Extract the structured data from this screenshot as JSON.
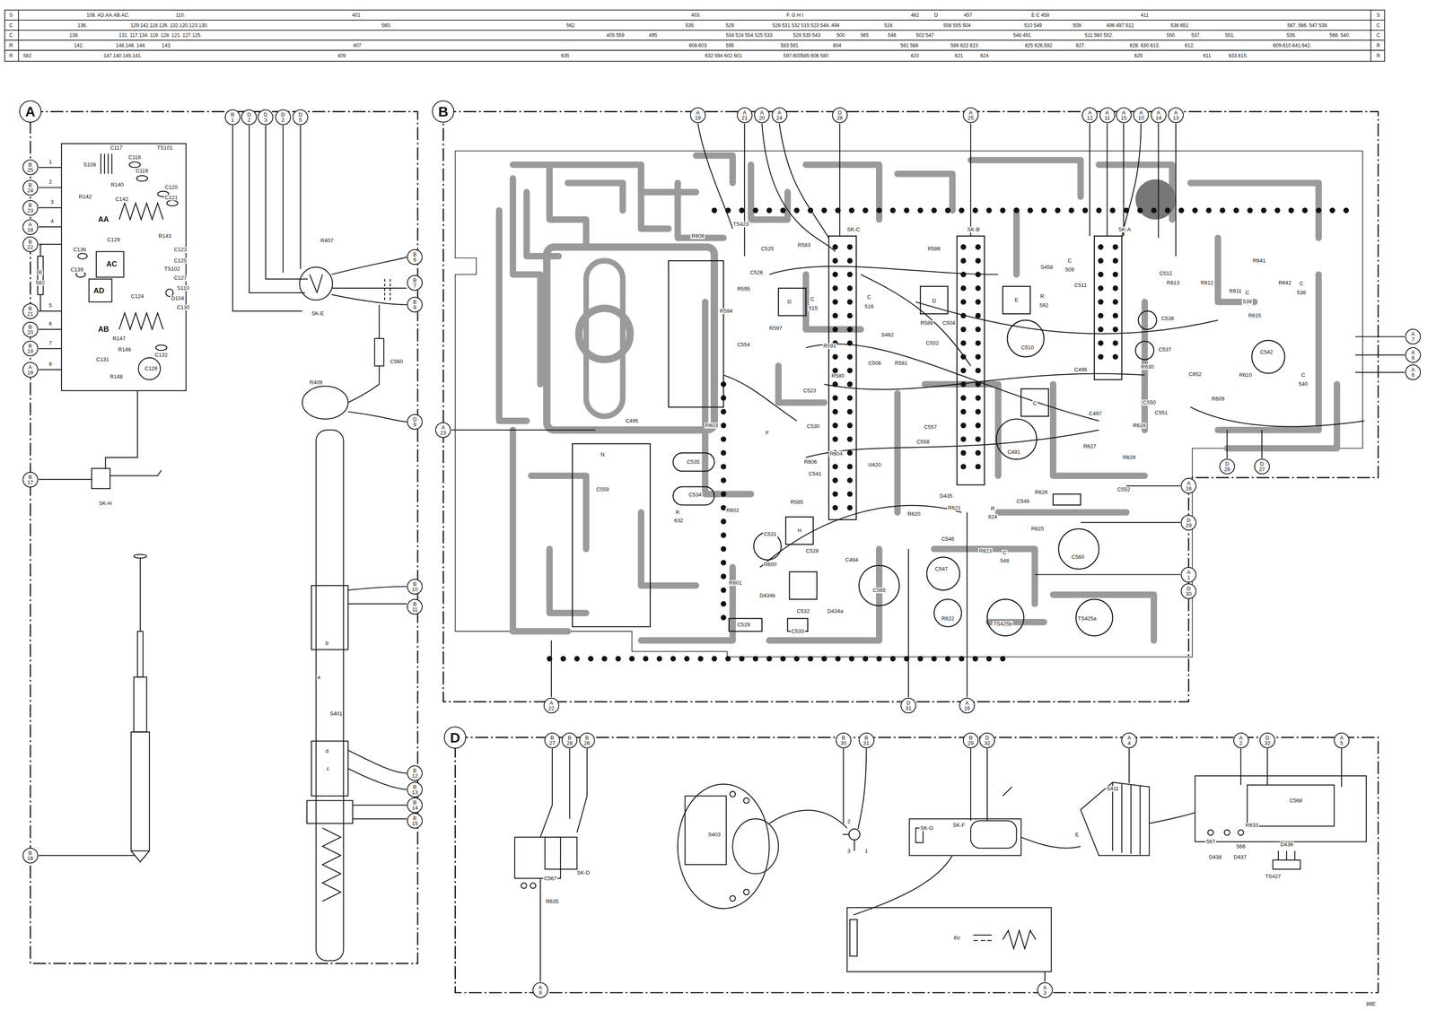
{
  "diagram": {
    "nodes": [
      {
        "text": [
          "A"
        ]
      },
      {
        "text": [
          "B"
        ]
      },
      {
        "text": [
          "D"
        ]
      },
      {
        "text": [
          "B",
          "25"
        ],
        "in": 0
      },
      {
        "text": [
          "B",
          "24"
        ],
        "in": 0
      },
      {
        "text": [
          "B",
          "23"
        ],
        "in": 0
      },
      {
        "text": [
          "A",
          "18"
        ],
        "in": 0
      },
      {
        "text": [
          "B",
          "22"
        ],
        "in": 0
      },
      {
        "text": [
          "B",
          "21"
        ],
        "in": 0
      },
      {
        "text": [
          "B",
          "20"
        ],
        "in": 0
      },
      {
        "text": [
          "B",
          "19"
        ],
        "in": 0
      },
      {
        "text": [
          "A",
          "18"
        ],
        "in": 0
      },
      {
        "text": [
          "B",
          "17"
        ],
        "in": 0
      },
      {
        "text": [
          "B",
          "16"
        ],
        "in": 0
      },
      {
        "text": [
          "B",
          "1"
        ],
        "in": 0
      },
      {
        "text": [
          "D",
          "2"
        ],
        "in": 0
      },
      {
        "text": [
          "D",
          "3"
        ],
        "in": 0
      },
      {
        "text": [
          "D",
          "2"
        ],
        "in": 0
      },
      {
        "text": [
          "D",
          "5"
        ],
        "in": 0
      },
      {
        "text": [
          "B",
          "6"
        ],
        "in": 0
      },
      {
        "text": [
          "B",
          "7"
        ],
        "in": 0
      },
      {
        "text": [
          "B",
          "8"
        ],
        "in": 0
      },
      {
        "text": [
          "D",
          "9"
        ],
        "in": 0
      },
      {
        "text": [
          "B",
          "10"
        ],
        "in": 0
      },
      {
        "text": [
          "B",
          "11"
        ],
        "in": 0
      },
      {
        "text": [
          "B",
          "12"
        ],
        "in": 0
      },
      {
        "text": [
          "B",
          "13"
        ],
        "in": 0
      },
      {
        "text": [
          "B",
          "14"
        ],
        "in": 0
      },
      {
        "text": [
          "B",
          "15"
        ],
        "in": 0
      },
      {
        "text": [
          "A",
          "19"
        ],
        "in": 1
      },
      {
        "text": [
          "A",
          "21"
        ],
        "in": 1
      },
      {
        "text": [
          "A",
          "20"
        ],
        "in": 1
      },
      {
        "text": [
          "A",
          "24"
        ],
        "in": 1
      },
      {
        "text": [
          "D",
          "26"
        ],
        "in": 1
      },
      {
        "text": [
          "A",
          "25"
        ],
        "in": 1
      },
      {
        "text": [
          "A",
          "12"
        ],
        "in": 1
      },
      {
        "text": [
          "A",
          "11"
        ],
        "in": 1
      },
      {
        "text": [
          "A",
          "15"
        ],
        "in": 1
      },
      {
        "text": [
          "A",
          "10"
        ],
        "in": 1
      },
      {
        "text": [
          "A",
          "14"
        ],
        "in": 1
      },
      {
        "text": [
          "A",
          "13"
        ],
        "in": 1
      },
      {
        "text": [
          "A",
          "23"
        ],
        "in": 1
      },
      {
        "text": [
          "D",
          "28"
        ],
        "in": 1
      },
      {
        "text": [
          "D",
          "27"
        ],
        "in": 1
      },
      {
        "text": [
          "A",
          "16"
        ],
        "in": 1
      },
      {
        "text": [
          "D",
          "29"
        ],
        "in": 1
      },
      {
        "text": [
          "A",
          "1"
        ],
        "in": 1
      },
      {
        "text": [
          "D",
          "30"
        ],
        "in": 1
      },
      {
        "text": [
          "A",
          "22"
        ],
        "in": 1
      },
      {
        "text": [
          "D",
          "31"
        ],
        "in": 1
      },
      {
        "text": [
          "A",
          "16"
        ],
        "in": 1
      },
      {
        "text": [
          "A",
          "7"
        ]
      },
      {
        "text": [
          "A",
          "8"
        ]
      },
      {
        "text": [
          "A",
          "6"
        ]
      },
      {
        "text": [
          "B",
          "27"
        ],
        "in": 2
      },
      {
        "text": [
          "B",
          "28"
        ],
        "in": 2
      },
      {
        "text": [
          "B",
          "26"
        ],
        "in": 2
      },
      {
        "text": [
          "B",
          "30"
        ],
        "in": 2
      },
      {
        "text": [
          "B",
          "31"
        ],
        "in": 2
      },
      {
        "text": [
          "B",
          "29"
        ],
        "in": 2
      },
      {
        "text": [
          "D",
          "32"
        ],
        "in": 2
      },
      {
        "text": [
          "A",
          "4"
        ],
        "in": 2
      },
      {
        "text": [
          "A",
          "2"
        ],
        "in": 2
      },
      {
        "text": [
          "D",
          "32"
        ],
        "in": 2
      },
      {
        "text": [
          "A",
          "5"
        ],
        "in": 2
      },
      {
        "text": [
          "A",
          "9"
        ],
        "in": 2
      },
      {
        "text": [
          "A",
          "3"
        ],
        "in": 2
      }
    ],
    "labels": [
      "S",
      "108. AD.AA.AB.AC.",
      "110.",
      "401",
      "403.",
      "F. G H I",
      "462",
      "D",
      "457",
      "E C 458",
      "411",
      "S",
      "C",
      "136.",
      "129.142.118.126. 132.120.123.130.",
      "560.",
      "562",
      "535",
      "529",
      "526 531 532 515 523 544. 494",
      "516",
      "558 555 504",
      "510 549",
      "509",
      "496 497 512",
      "536 652",
      "567. 566. 547 538.",
      "C",
      "C",
      "138.",
      "131. 117.134. 119. 128. 121. 127.125.",
      "405 559",
      "495",
      "534 524 554 525 533",
      "528 530 543",
      "500",
      "565",
      "546",
      "502 547",
      "548 491",
      "511 560 552.",
      "550.",
      "537.",
      "551.",
      "539.",
      "568. 540.",
      "C",
      "R",
      "142.",
      "148.146. 144.",
      "143.",
      "407",
      "608.603",
      "595",
      "583 591",
      "604",
      "581 588",
      "586 622 623",
      "625 626.592",
      "627.",
      "628. 630.613.",
      "612.",
      "609.610.641.642.",
      "R",
      "R",
      "582",
      "147.140.145.141.",
      "409",
      "635",
      "632 594 602 601",
      "597.600585 606 580",
      "620",
      "621",
      "624",
      "629",
      "611",
      "633.615.",
      "R",
      "1",
      "2",
      "3",
      "4",
      "5",
      "6",
      "7",
      "8",
      "C117",
      "TS101",
      "S108",
      "C118",
      "C119",
      "R140",
      "C120",
      "R142",
      "C142",
      "C121",
      "AA",
      "R143",
      "C129",
      "C136",
      "C123",
      "AC",
      "C125",
      "C139",
      "TS102",
      "C127",
      "AD",
      "S110",
      "C124",
      "D104",
      "C130",
      "AB",
      "R147",
      "R146",
      "C132",
      "C131",
      "C128",
      "R148",
      "R",
      "582",
      "SK-H",
      "R407",
      "SK-E",
      "C560",
      "R409",
      "S401",
      "b",
      "a",
      "d",
      "c",
      "R608",
      "TS423",
      "C525",
      "R583",
      "SK-C",
      "SK-B",
      "R586",
      "SK-A",
      "S458",
      "C",
      "509",
      "C512",
      "R613",
      "R612",
      "R641",
      "R642",
      "C",
      "538",
      "C",
      "539",
      "R615",
      "C526",
      "R595",
      "R594",
      "G",
      "C",
      "515",
      "C",
      "516",
      "D",
      "E",
      "R",
      "592",
      "C511",
      "R611",
      "C554",
      "R597",
      "S462",
      "R588",
      "C504",
      "C502",
      "R591",
      "C510",
      "C536",
      "C537",
      "C542",
      "C506",
      "R581",
      "C496",
      "R630",
      "C652",
      "R610",
      "C",
      "540",
      "R580",
      "C523",
      "R609",
      "C",
      "C550",
      "C551",
      "C497",
      "R603",
      "C495",
      "C530",
      "C557",
      "R628",
      "F",
      "C558",
      "R627",
      "C491",
      "R604",
      "N",
      "R606",
      "C535",
      "U420",
      "R629",
      "C541",
      "C559",
      "C552",
      "R626",
      "C534",
      "D435",
      "C549",
      "R585",
      "R621",
      "R",
      "624",
      "R602",
      "R",
      "632",
      "R620",
      "R625",
      "H",
      "C531",
      "C546",
      "C528",
      "R623",
      "C",
      "548",
      "C560",
      "C494",
      "R600",
      "C547",
      "R601",
      "C565",
      "D434b",
      "C532",
      "D434a",
      "R622",
      "TS425a",
      "TS425b",
      "C529",
      "C533",
      "SK-D",
      "C567",
      "R635",
      "S403",
      "2",
      "3",
      "1",
      "SK-G",
      "SK-F",
      "S411",
      "E",
      "C568",
      "R633",
      "567",
      "566",
      "D436",
      "D438",
      "D437",
      "TS427",
      "6V",
      "88E"
    ]
  }
}
